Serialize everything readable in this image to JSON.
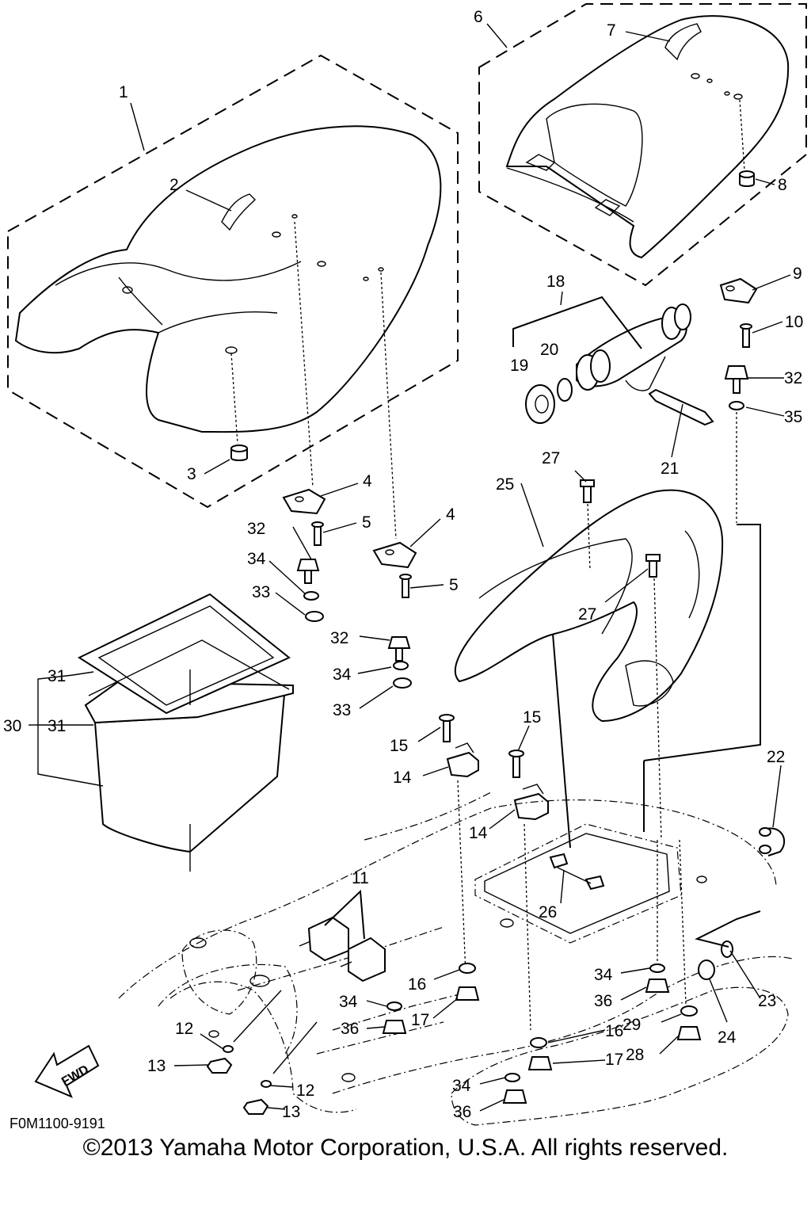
{
  "callouts": [
    {
      "id": "c1",
      "text": "1"
    },
    {
      "id": "c2",
      "text": "2"
    },
    {
      "id": "c3",
      "text": "3"
    },
    {
      "id": "c4a",
      "text": "4"
    },
    {
      "id": "c4b",
      "text": "4"
    },
    {
      "id": "c5a",
      "text": "5"
    },
    {
      "id": "c5b",
      "text": "5"
    },
    {
      "id": "c6",
      "text": "6"
    },
    {
      "id": "c7",
      "text": "7"
    },
    {
      "id": "c8",
      "text": "8"
    },
    {
      "id": "c9",
      "text": "9"
    },
    {
      "id": "c10",
      "text": "10"
    },
    {
      "id": "c11",
      "text": "11"
    },
    {
      "id": "c12a",
      "text": "12"
    },
    {
      "id": "c12b",
      "text": "12"
    },
    {
      "id": "c13a",
      "text": "13"
    },
    {
      "id": "c13b",
      "text": "13"
    },
    {
      "id": "c14a",
      "text": "14"
    },
    {
      "id": "c14b",
      "text": "14"
    },
    {
      "id": "c15a",
      "text": "15"
    },
    {
      "id": "c15b",
      "text": "15"
    },
    {
      "id": "c16a",
      "text": "16"
    },
    {
      "id": "c16b",
      "text": "16"
    },
    {
      "id": "c17a",
      "text": "17"
    },
    {
      "id": "c17b",
      "text": "17"
    },
    {
      "id": "c18",
      "text": "18"
    },
    {
      "id": "c19",
      "text": "19"
    },
    {
      "id": "c20",
      "text": "20"
    },
    {
      "id": "c21",
      "text": "21"
    },
    {
      "id": "c22",
      "text": "22"
    },
    {
      "id": "c23",
      "text": "23"
    },
    {
      "id": "c24",
      "text": "24"
    },
    {
      "id": "c25",
      "text": "25"
    },
    {
      "id": "c26",
      "text": "26"
    },
    {
      "id": "c27a",
      "text": "27"
    },
    {
      "id": "c27b",
      "text": "27"
    },
    {
      "id": "c28",
      "text": "28"
    },
    {
      "id": "c29",
      "text": "29"
    },
    {
      "id": "c30",
      "text": "30"
    },
    {
      "id": "c31a",
      "text": "31"
    },
    {
      "id": "c31b",
      "text": "31"
    },
    {
      "id": "c32a",
      "text": "32"
    },
    {
      "id": "c32b",
      "text": "32"
    },
    {
      "id": "c32c",
      "text": "32"
    },
    {
      "id": "c33a",
      "text": "33"
    },
    {
      "id": "c33b",
      "text": "33"
    },
    {
      "id": "c34a",
      "text": "34"
    },
    {
      "id": "c34b",
      "text": "34"
    },
    {
      "id": "c34c",
      "text": "34"
    },
    {
      "id": "c34d",
      "text": "34"
    },
    {
      "id": "c34e",
      "text": "34"
    },
    {
      "id": "c35",
      "text": "35"
    },
    {
      "id": "c36a",
      "text": "36"
    },
    {
      "id": "c36b",
      "text": "36"
    },
    {
      "id": "c36c",
      "text": "36"
    }
  ],
  "fwd_label": "FWD",
  "diagram_code": "F0M1100-9191",
  "copyright": "©2013 Yamaha Motor Corporation, U.S.A. All rights reserved."
}
